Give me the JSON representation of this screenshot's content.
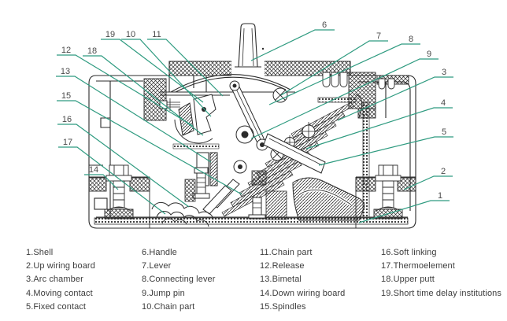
{
  "diagram": {
    "title": "circuit-breaker-cross-section",
    "callouts": [
      "1",
      "2",
      "3",
      "4",
      "5",
      "6",
      "7",
      "8",
      "9",
      "10",
      "11",
      "12",
      "13",
      "14",
      "15",
      "16",
      "17",
      "18",
      "19"
    ],
    "colors": {
      "leader_line": "#2f9b80",
      "drawing_line": "#2b2b2b",
      "callout_text": "#4a4a4a",
      "legend_text": "#3d3d3d",
      "background": "#ffffff"
    }
  },
  "legend": {
    "columns": [
      {
        "items": [
          "1.Shell",
          "2.Up wiring board",
          "3.Arc chamber",
          "4.Moving contact",
          "5.Fixed contact"
        ]
      },
      {
        "items": [
          "6.Handle",
          "7.Lever",
          "8.Connecting lever",
          "9.Jump pin",
          "10.Chain part"
        ]
      },
      {
        "items": [
          "11.Chain part",
          "12.Release",
          "13.Bimetal",
          "14.Down wiring board",
          "15.Spindles"
        ]
      },
      {
        "items": [
          "16.Soft linking",
          "17.Thermoelement",
          "18.Upper putt",
          "19.Short time delay institutions"
        ]
      }
    ]
  }
}
